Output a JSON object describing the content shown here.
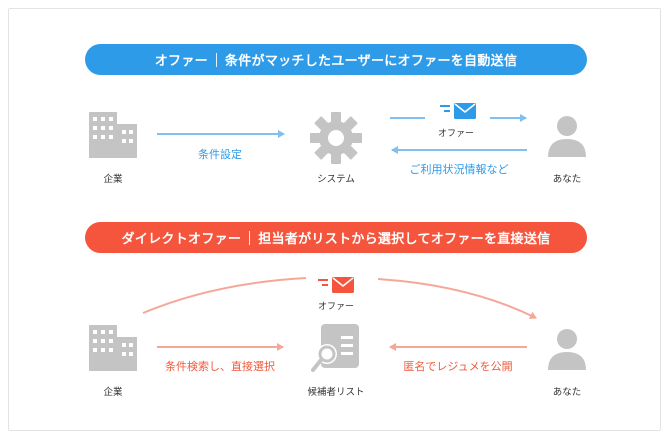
{
  "colors": {
    "blue": "#2e9be8",
    "blue_arrow": "#7fc0f0",
    "blue_text": "#2e9be8",
    "red": "#f5553d",
    "red_arrow": "#f5a898",
    "red_text": "#ef5a3e",
    "icon_gray": "#c4c4c4"
  },
  "offer": {
    "banner_left": "オファー",
    "banner_right": "条件がマッチしたユーザーにオファーを自動送信",
    "company_label": "企業",
    "system_label": "システム",
    "you_label": "あなた",
    "arrow_condition": "条件設定",
    "arrow_usage": "ご利用状況情報など",
    "mail_label": "オファー"
  },
  "direct": {
    "banner_left": "ダイレクトオファー",
    "banner_right": "担当者がリストから選択してオファーを直接送信",
    "company_label": "企業",
    "list_label": "候補者リスト",
    "you_label": "あなた",
    "arrow_search": "条件検索し、直接選択",
    "arrow_resume": "匿名でレジュメを公開",
    "mail_label": "オファー"
  }
}
